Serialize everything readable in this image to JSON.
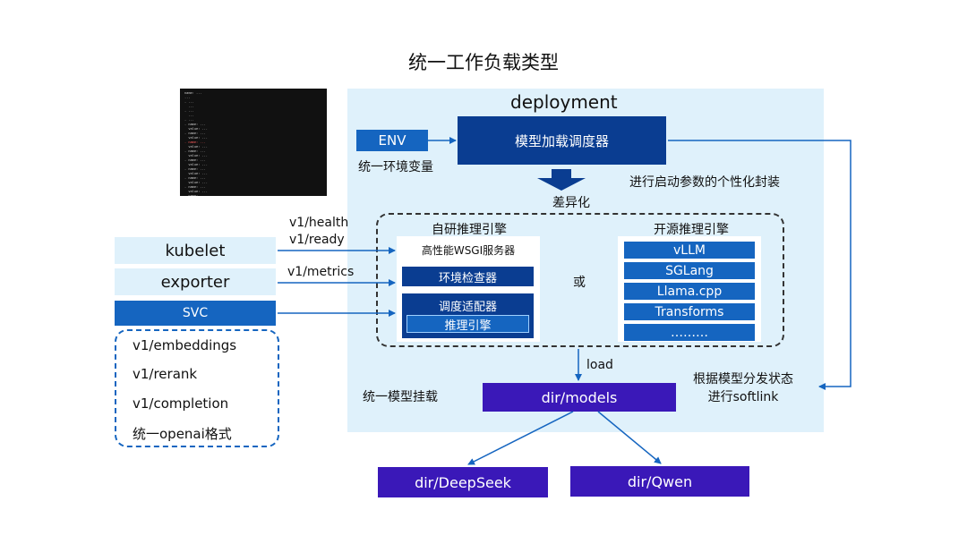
{
  "title": "统一工作负载类型",
  "deployment": "deployment",
  "env": {
    "box": "ENV",
    "caption": "统一环境变量"
  },
  "scheduler": "模型加载调度器",
  "diff": {
    "label": "差异化",
    "note": "进行启动参数的个性化封装"
  },
  "self_engine": {
    "heading": "自研推理引擎",
    "wsgi": "高性能WSGI服务器",
    "env_checker": "环境检查器",
    "adapter": "调度适配器",
    "engine": "推理引擎"
  },
  "or": "或",
  "open_engine": {
    "heading": "开源推理引擎",
    "items": [
      "vLLM",
      "SGLang",
      "Llama.cpp",
      "Transforms",
      "………"
    ]
  },
  "left": {
    "kubelet": "kubelet",
    "exporter": "exporter",
    "svc": "SVC",
    "health": "v1/health",
    "ready": "v1/ready",
    "metrics": "v1/metrics"
  },
  "api": [
    "v1/embeddings",
    "v1/rerank",
    "v1/completion",
    "统一openai格式"
  ],
  "load": "load",
  "mount": "统一模型挂载",
  "models": "dir/models",
  "softlink": [
    "根据模型分发状态",
    "进行softlink"
  ],
  "deepseek": "dir/DeepSeek",
  "qwen": "dir/Qwen",
  "colors": {
    "panel": "#dff1fb",
    "dark_blue": "#0a3d91",
    "mid_blue": "#1565c0",
    "purple": "#3a18b8"
  },
  "terminal_lines": [
    "name: ...",
    "...",
    "- ...",
    "  ...",
    "- ...",
    "  ...",
    "- ...",
    "- name: ...",
    "  value: ...",
    "- name: ...",
    "  value: ...",
    "- name: ...",
    "  value: ...",
    "- name: ...",
    "  value: ...",
    "- name: ...",
    "  value: ...",
    "- name: ...",
    "  value: ...",
    "- name: ...",
    "  value: ...",
    "- name: ...",
    "  value: ...",
    "- name: ...",
    "  value: ...",
    "- name: ...",
    "  value: ...",
    "- name: ...",
    "..."
  ]
}
